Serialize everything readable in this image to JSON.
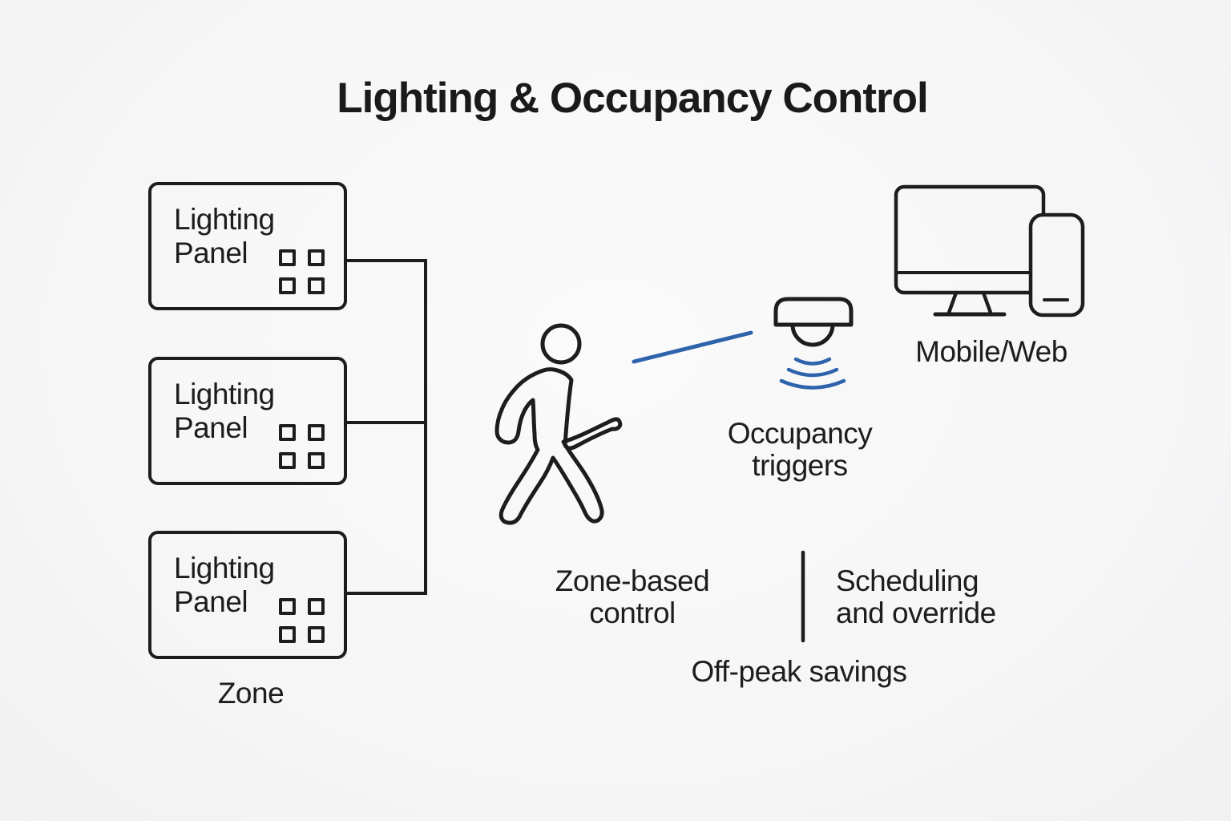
{
  "title": "Lighting & Occupancy Control",
  "colors": {
    "background": "#f6f6f7",
    "stroke": "#1d1d1f",
    "accent_blue": "#2e63ac"
  },
  "zone_group": {
    "panels": [
      {
        "label": "Lighting Panel"
      },
      {
        "label": "Lighting Panel"
      },
      {
        "label": "Lighting Panel"
      }
    ],
    "zone_label": "Zone"
  },
  "occupancy": {
    "label": "Occupancy triggers"
  },
  "client": {
    "label": "Mobile/Web"
  },
  "features": {
    "zone_based": "Zone-based control",
    "scheduling": "Scheduling and override",
    "off_peak": "Off-peak savings"
  },
  "icons": {
    "panel_indicator": "four-square-grid",
    "person": "walking-person",
    "sensor": "ceiling-occupancy-sensor",
    "waves": "signal-waves",
    "motion": "detection-line",
    "devices": "monitor-and-smartphone"
  }
}
